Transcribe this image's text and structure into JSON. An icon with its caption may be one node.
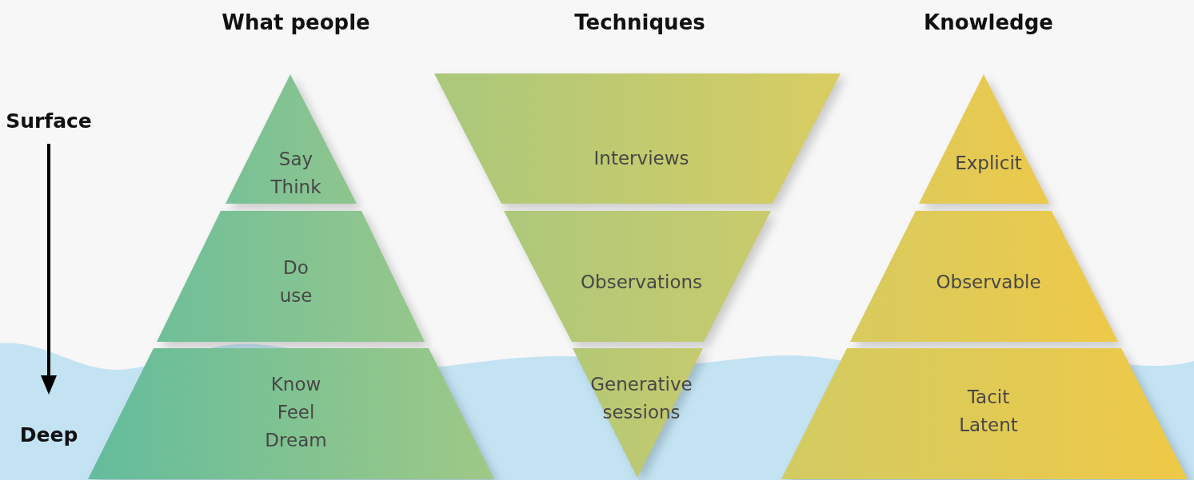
{
  "diagram": {
    "nodes": [
      {
        "text": [
          "Say Think"
        ]
      },
      {
        "text": [
          "Do use"
        ]
      },
      {
        "text": [
          "Know Feel Dream"
        ]
      },
      {
        "text": [
          "Interviews"
        ]
      },
      {
        "text": [
          "Observations"
        ]
      },
      {
        "text": [
          "Generative sessions"
        ]
      },
      {
        "text": [
          "Explicit"
        ]
      },
      {
        "text": [
          "Observable"
        ]
      },
      {
        "text": [
          "Tacit Latent"
        ]
      }
    ],
    "labels": [
      "What people",
      "Techniques",
      "Knowledge",
      "Surface",
      "Deep"
    ]
  }
}
